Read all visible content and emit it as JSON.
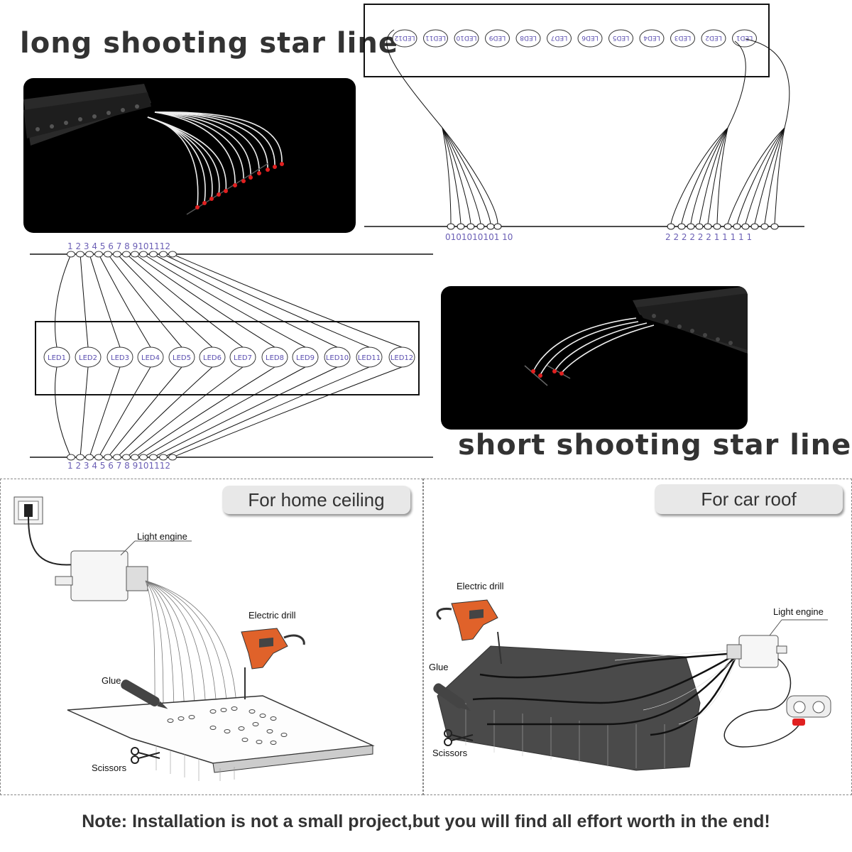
{
  "long_title": "long shooting star line",
  "short_title": "short shooting star line",
  "long_diagram": {
    "led_labels": [
      "LED1",
      "LED2",
      "LED3",
      "LED4",
      "LED5",
      "LED6",
      "LED7",
      "LED8",
      "LED9",
      "LED10",
      "LED11",
      "LED12"
    ],
    "numbers_top": "1 2 3 4 5 6 7 8 9101112",
    "numbers_bottom": "1 2 3 4 5 6 7 8 9101112"
  },
  "flipped_diagram": {
    "led_labels": [
      "LED12",
      "LED11",
      "LED10",
      "LED9",
      "LED8",
      "LED7",
      "LED6",
      "LED5",
      "LED4",
      "LED3",
      "LED2",
      "LED1"
    ],
    "left_group": "0101010101 10",
    "right_group": "2  2  2  2 2 2  1  1   1  1  1"
  },
  "home": {
    "title": "For home ceiling",
    "light_engine": "Light engine",
    "electric_drill": "Electric drill",
    "glue": "Glue",
    "scissors": "Scissors"
  },
  "car": {
    "title": "For car roof",
    "light_engine": "Light engine",
    "electric_drill": "Electric drill",
    "glue": "Glue",
    "scissors": "Scissors"
  },
  "note": "Note: Installation is not a small project,but you will find all effort worth in the end!"
}
